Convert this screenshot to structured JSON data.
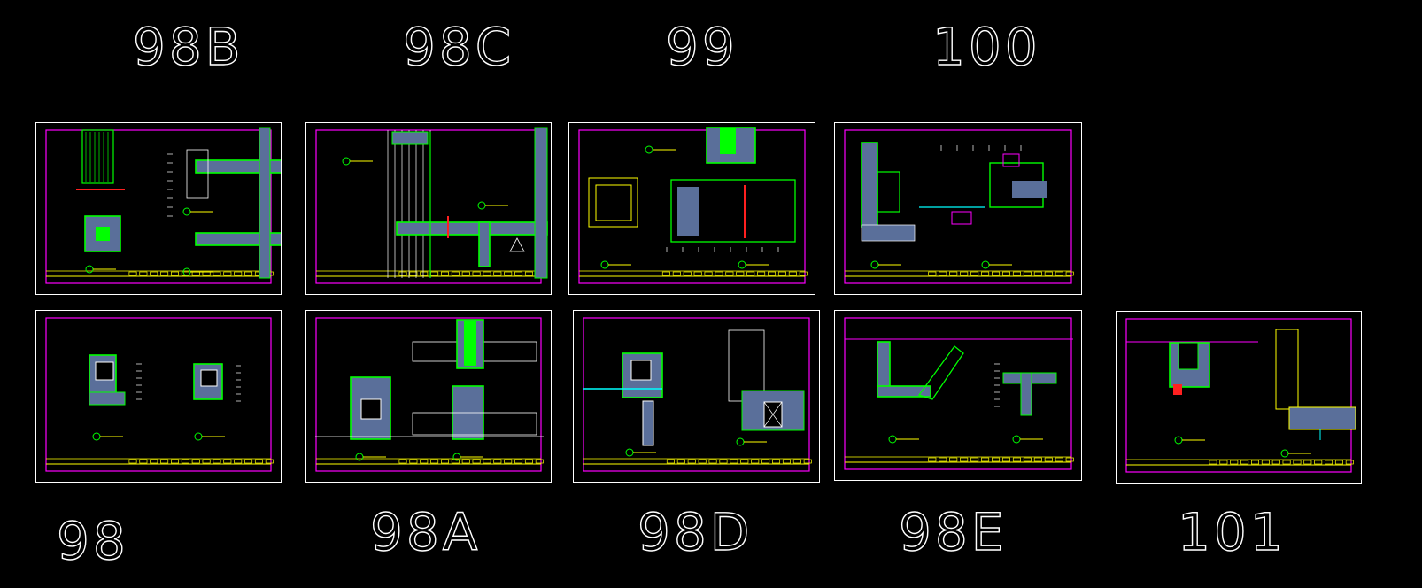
{
  "sheets": [
    {
      "id": "s98B",
      "label": "98B"
    },
    {
      "id": "s98C",
      "label": "98C"
    },
    {
      "id": "s99",
      "label": "99"
    },
    {
      "id": "s100",
      "label": "100"
    },
    {
      "id": "s98",
      "label": "98"
    },
    {
      "id": "s98A",
      "label": "98A"
    },
    {
      "id": "s98D",
      "label": "98D"
    },
    {
      "id": "s98E",
      "label": "98E"
    },
    {
      "id": "s101",
      "label": "101"
    }
  ],
  "colors": {
    "background": "#000000",
    "sheet_border": "#ffffff",
    "frame": "#ff00ff",
    "title_strip": "#ffff00",
    "linework_green": "#00ff00",
    "fill_slate": "#5a6f9a",
    "linework_cyan": "#00ffff",
    "linework_red": "#ff2020",
    "linework_white": "#ffffff"
  }
}
